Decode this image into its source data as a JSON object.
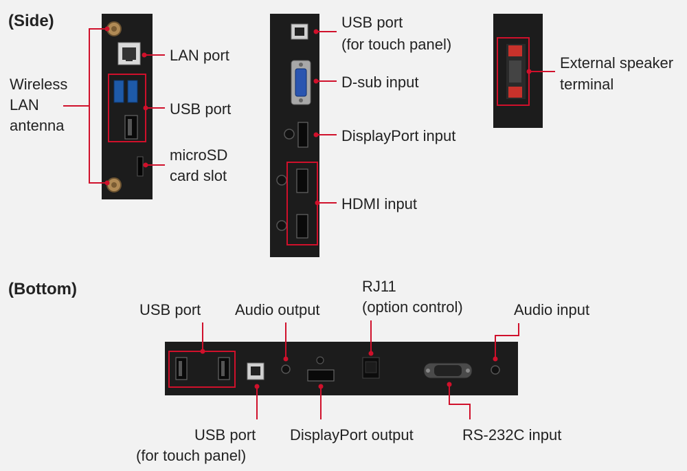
{
  "headings": {
    "side": "(Side)",
    "bottom": "(Bottom)"
  },
  "side_labels": {
    "wireless_lan_antenna": [
      "Wireless",
      "LAN",
      "antenna"
    ],
    "lan_port": "LAN port",
    "usb_port": "USB port",
    "microsd_card_slot": [
      "microSD",
      "card slot"
    ],
    "usb_port_touch": [
      "USB port",
      "(for touch panel)"
    ],
    "dsub_input": "D-sub input",
    "displayport_input": "DisplayPort input",
    "hdmi_input": "HDMI input",
    "external_speaker_terminal": [
      "External speaker",
      "terminal"
    ]
  },
  "bottom_labels": {
    "usb_port": "USB port",
    "audio_output": "Audio output",
    "rj11": [
      "RJ11",
      "(option control)"
    ],
    "audio_input": "Audio input",
    "usb_port_touch": [
      "USB port",
      "(for touch panel)"
    ],
    "displayport_output": "DisplayPort output",
    "rs232c_input": "RS-232C input"
  },
  "colors": {
    "accent": "#d0102b",
    "panel": "#1c1c1c",
    "background": "#f2f2f2"
  }
}
